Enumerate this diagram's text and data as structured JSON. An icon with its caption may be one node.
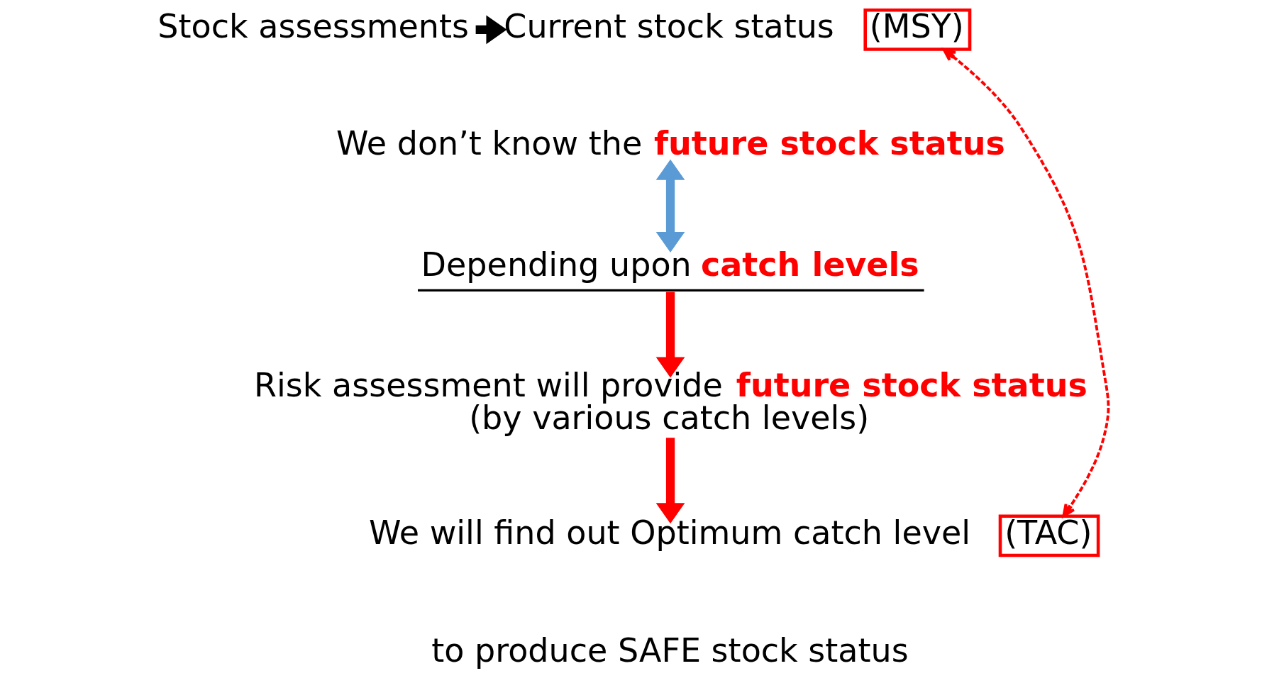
{
  "diagram": {
    "nodes": [
      {
        "text": [
          "Stock assessments"
        ]
      },
      {
        "text": [
          "Current stock status"
        ]
      },
      {
        "text": [
          "(MSY)"
        ]
      },
      {
        "text": [
          "We don’t know the **future stock status**"
        ]
      },
      {
        "text": [
          "Depending upon **catch levels**"
        ]
      },
      {
        "text": [
          "Risk assessment will provide **future stock status** (by various catch levels)"
        ]
      },
      {
        "text": [
          "We will find out Optimum catch level"
        ]
      },
      {
        "text": [
          "(TAC)"
        ]
      },
      {
        "text": [
          "to produce SAFE stock status"
        ]
      }
    ],
    "edges": [
      {
        "from": 0,
        "to": 1,
        "arrow": "to",
        "color": "#000000"
      },
      {
        "from": 3,
        "to": 4,
        "arrow": "both",
        "color": "#5b9bd5"
      },
      {
        "from": 4,
        "to": 5,
        "arrow": "to",
        "color": "#ff0000"
      },
      {
        "from": 5,
        "to": 6,
        "arrow": "to",
        "color": "#ff0000"
      },
      {
        "from": 2,
        "to": 7,
        "arrow": "both",
        "style": "dashed",
        "color": "#ff0000"
      }
    ]
  }
}
